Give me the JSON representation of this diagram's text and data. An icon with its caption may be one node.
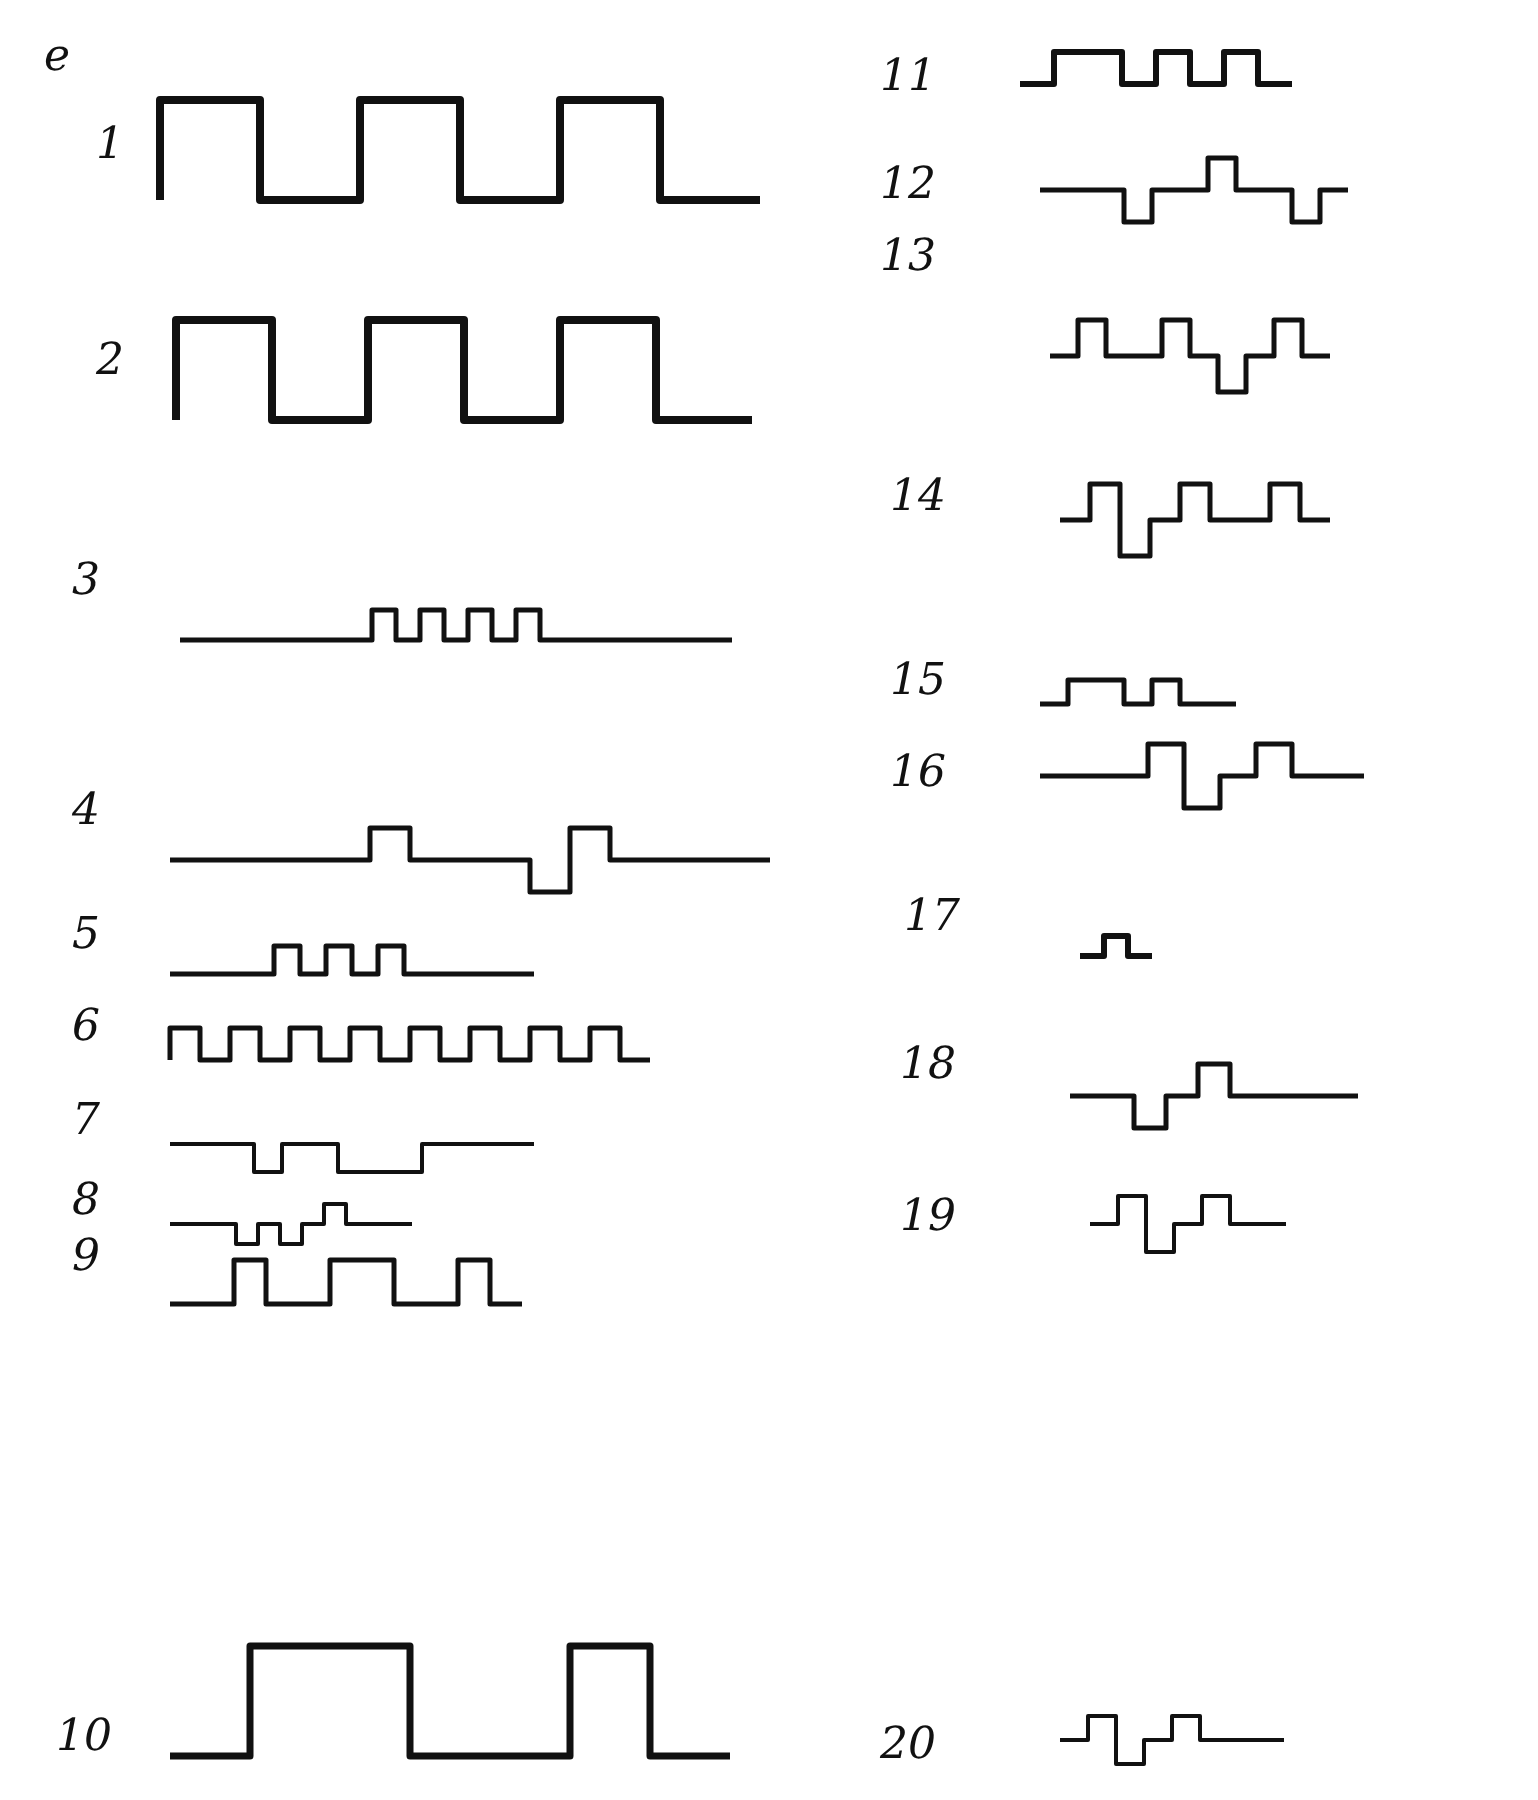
{
  "diagram": {
    "labels": [
      "e",
      "1",
      "2",
      "3",
      "4",
      "5",
      "6",
      "7",
      "8",
      "9",
      "10",
      "11",
      "12",
      "13",
      "14",
      "15",
      "16",
      "17",
      "18",
      "19",
      "20"
    ]
  }
}
